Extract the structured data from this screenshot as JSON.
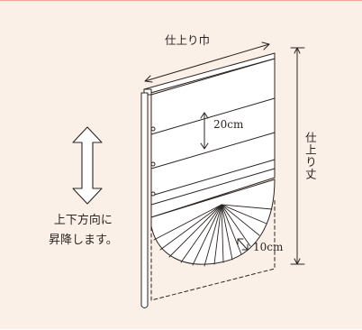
{
  "labels": {
    "finished_width": "仕上り巾",
    "finished_height": "仕上り丈",
    "pleat_pitch": "20cm",
    "bottom_offset": "10cm"
  },
  "caption": {
    "line1": "上下方向に",
    "line2": "昇降します。"
  },
  "colors": {
    "background": "#fbf0e8",
    "top_rule": "#f0a58c",
    "ink": "#2b2522"
  },
  "icons": [
    "up-down-arrow-icon"
  ]
}
